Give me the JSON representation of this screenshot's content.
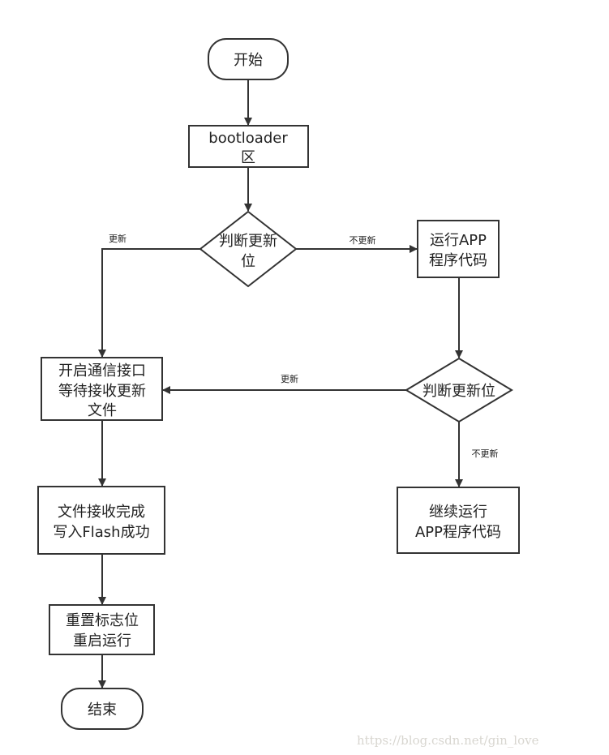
{
  "nodes": {
    "start": {
      "line1": "开始"
    },
    "bootloader": {
      "line1": "bootloader",
      "line2": "区"
    },
    "decision1": {
      "line1": "判断更新",
      "line2": "位"
    },
    "run_app": {
      "line1": "运行APP",
      "line2": "程序代码"
    },
    "decision2": {
      "line1": "判断更新位"
    },
    "open_comm": {
      "line1": "开启通信接口",
      "line2": "等待接收更新",
      "line3": "文件"
    },
    "file_received": {
      "line1": "文件接收完成",
      "line2": "写入Flash成功"
    },
    "continue_app": {
      "line1": "继续运行",
      "line2": "APP程序代码"
    },
    "reset_flag": {
      "line1": "重置标志位",
      "line2": "重启运行"
    },
    "end": {
      "line1": "结束"
    }
  },
  "edges": {
    "d1_update": "更新",
    "d1_no_update": "不更新",
    "d2_update": "更新",
    "d2_no_update": "不更新"
  },
  "watermark": "https://blog.csdn.net/gin_love"
}
